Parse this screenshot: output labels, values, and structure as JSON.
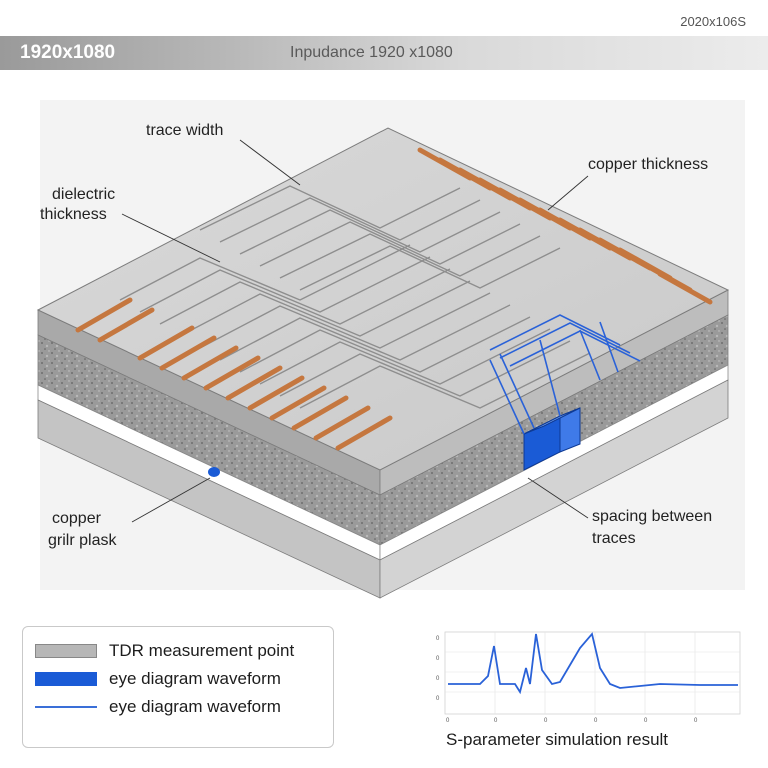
{
  "corner_stamp": "2020x106S",
  "title_bar": {
    "left_label": "1920x1080",
    "center_label": "Inpudance 1920 x1080"
  },
  "labels": {
    "trace_width": "trace width",
    "dielectric_line1": "dielectric",
    "dielectric_line2": "thickness",
    "copper_thickness": "copper thickness",
    "copper_plask_line1": "copper",
    "copper_plask_line2": "grilr plask",
    "spacing_line1": "spacing between",
    "spacing_line2": "traces"
  },
  "legend": {
    "items": [
      {
        "label": "TDR measurement point",
        "swatch": "gray-box"
      },
      {
        "label": "eye diagram waveform",
        "swatch": "blue-box"
      },
      {
        "label": "eye diagram waveform",
        "swatch": "blue-line"
      }
    ]
  },
  "sparam_plot": {
    "caption": "S-parameter simulation result"
  },
  "colors": {
    "copper": "#c5773f",
    "board_top": "#d7d7d7",
    "dielectric": "#8f8f8f",
    "accent_blue": "#1a5bd6"
  }
}
